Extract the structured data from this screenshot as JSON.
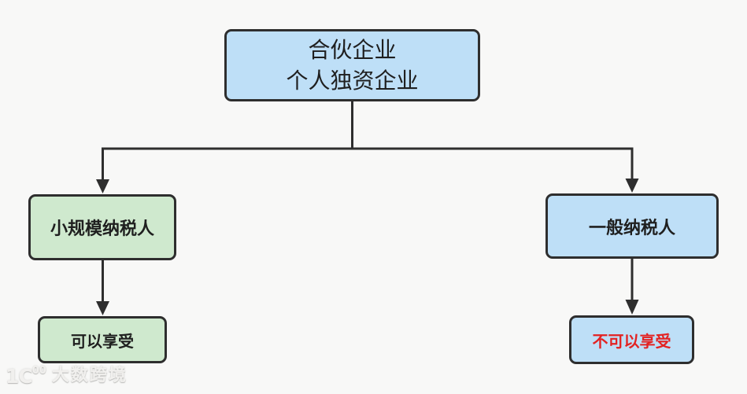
{
  "colors": {
    "bg": "#f8f8f7",
    "blue": "#bedff7",
    "green": "#cfe9ce",
    "border": "#2e2e2e",
    "line": "#2e2e2e",
    "text": "#1f1f1f",
    "red": "#e32222",
    "watermark": "#f1f0ee"
  },
  "chart_data": {
    "type": "table",
    "title": "",
    "nodes": [
      {
        "id": "root",
        "label": "合伙企业 个人独资企业"
      },
      {
        "id": "small-scale",
        "label": "小规模纳税人"
      },
      {
        "id": "general",
        "label": "一般纳税人"
      },
      {
        "id": "eligible",
        "label": "可以享受"
      },
      {
        "id": "not-eligible",
        "label": "不可以享受"
      }
    ],
    "edges": [
      [
        "root",
        "small-scale"
      ],
      [
        "root",
        "general"
      ],
      [
        "small-scale",
        "eligible"
      ],
      [
        "general",
        "not-eligible"
      ]
    ]
  },
  "nodes": {
    "root": {
      "line1": "合伙企业",
      "line2": "个人独资企业"
    },
    "small_scale": {
      "label": "小规模纳税人"
    },
    "general": {
      "label": "一般纳税人"
    },
    "eligible": {
      "label": "可以享受"
    },
    "not_eligible": {
      "label": "不可以享受"
    }
  },
  "watermark": {
    "logo_main": "1C",
    "logo_sup": "00",
    "text": "大数跨境"
  }
}
